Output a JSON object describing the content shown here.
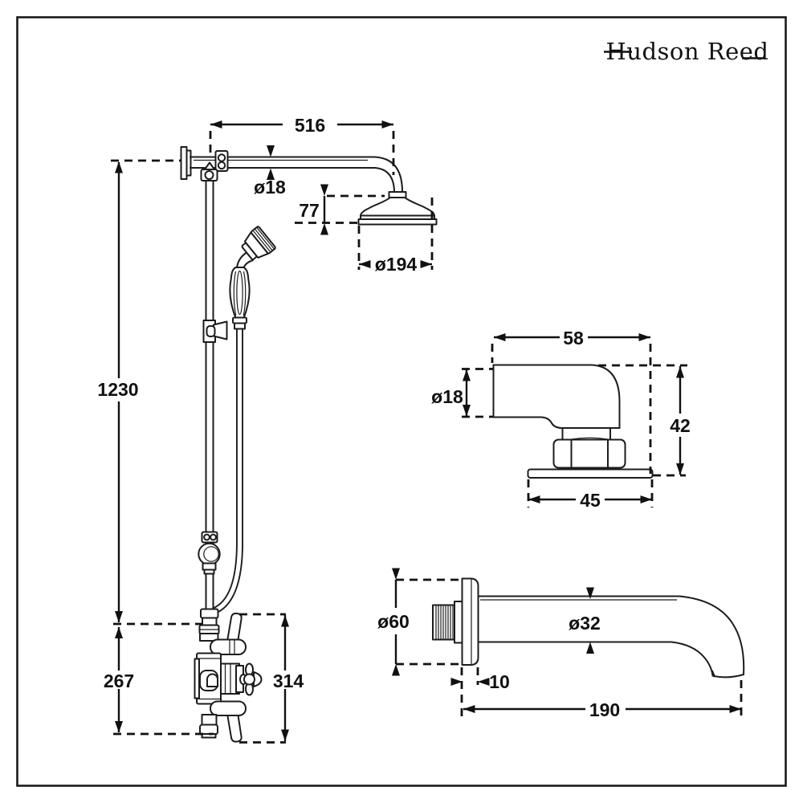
{
  "brand": {
    "name": "Hudson Reed"
  },
  "colors": {
    "line": "#1c1c1c",
    "dimension": "#111111",
    "background": "#ffffff"
  },
  "figures": {
    "shower_column": {
      "dims": {
        "arm_reach": "516",
        "arm_pipe_diameter": "ø18",
        "head_depth": "77",
        "head_diameter": "ø194",
        "riser_height": "1230",
        "valve_inlet_drop": "267",
        "valve_overall_height": "314"
      }
    },
    "wall_elbow": {
      "dims": {
        "depth": "58",
        "pipe_diameter": "ø18",
        "height": "42",
        "flange_width": "45"
      }
    },
    "bath_spout": {
      "dims": {
        "flange_diameter": "ø60",
        "spout_diameter": "ø32",
        "flange_depth": "10",
        "reach": "190"
      }
    }
  }
}
